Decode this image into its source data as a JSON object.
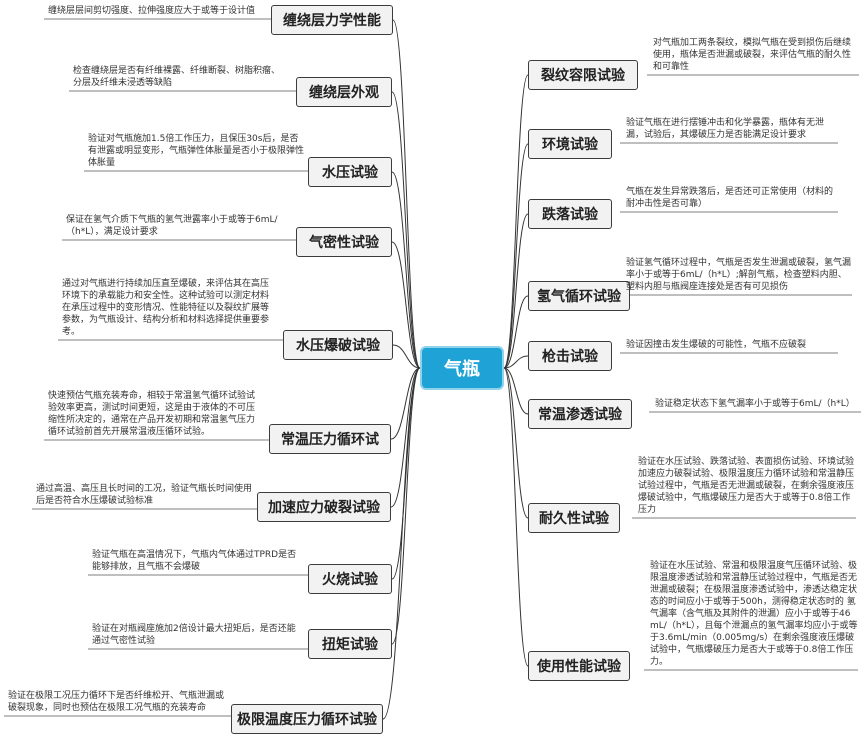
{
  "center": {
    "label": "气瓶"
  },
  "left": [
    {
      "label": "缠绕层力学性能",
      "note": "缠绕层层间剪切强度、拉伸强度应大于或等于设计值"
    },
    {
      "label": "缠绕层外观",
      "note": "检查缠绕层是否有纤维裸露、纤维断裂、树脂积瘤、分层及纤维未浸透等缺陷"
    },
    {
      "label": "水压试验",
      "note": "验证对气瓶施加1.5倍工作压力，且保压30s后，是否有泄露或明显变形，气瓶弹性体胀量是否小于极限弹性体胀量"
    },
    {
      "label": "气密性试验",
      "note": "保证在氢气介质下气瓶的氢气泄露率小于或等于6mL/（h*L），满足设计要求"
    },
    {
      "label": "水压爆破试验",
      "note": "通过对气瓶进行持续加压直至爆破，来评估其在高压环境下的承载能力和安全性。这种试验可以测定材料在承压过程中的变形情况、性能特征以及裂纹扩展等参数，为气瓶设计、结构分析和材料选择提供重要参考。"
    },
    {
      "label": "常温压力循环试",
      "note": "快速预估气瓶充装寿命，相较于常温氢气循环试验试验效率更高，测试时间更短，这是由于液体的不可压缩性所决定的，通常在产品开发初期和常温氢气压力循环试验前首先开展常温液压循环试验。"
    },
    {
      "label": "加速应力破裂试验",
      "note": "通过高温、高压且长时间的工况，验证气瓶长时间使用后是否符合水压爆破试验标准"
    },
    {
      "label": "火烧试验",
      "note": "验证气瓶在高温情况下，气瓶内气体通过TPRD是否能够排放，且气瓶不会爆破"
    },
    {
      "label": "扭矩试验",
      "note": "验证在对瓶阀座施加2倍设计最大扭矩后，是否还能通过气密性试验"
    },
    {
      "label": "极限温度压力循环试验",
      "note": "验证在极限工况压力循环下是否纤维松开、气瓶泄漏或破裂现象，同时也预估在极限工况气瓶的充装寿命"
    }
  ],
  "right": [
    {
      "label": "裂纹容限试验",
      "note": "对气瓶加工两条裂纹，模拟气瓶在受到损伤后继续使用，瓶体是否泄漏或破裂，来评估气瓶的耐久性和可靠性"
    },
    {
      "label": "环境试验",
      "note": "验证气瓶在进行摆锤冲击和化学暴露，瓶体有无泄漏，试验后，其爆破压力是否能满足设计要求"
    },
    {
      "label": "跌落试验",
      "note": "气瓶在发生异常跌落后，是否还可正常使用（材料的耐冲击性是否可靠）"
    },
    {
      "label": "氢气循环试验",
      "note": "验证氢气循环过程中，气瓶是否发生泄漏或破裂，氢气漏率小于或等于6mL/（h*L）;解剖气瓶，检查塑料内胆、塑料内胆与瓶阀座连接处是否有可见损伤"
    },
    {
      "label": "枪击试验",
      "note": "验证因撞击发生爆破的可能性，气瓶不应破裂"
    },
    {
      "label": "常温渗透试验",
      "note": "验证稳定状态下氢气漏率小于或等于6mL/（h*L）"
    },
    {
      "label": "耐久性试验",
      "note": "验证在水压试验、跌落试验、表面损伤试验、环境试验加速应力破裂试验、极限温度压力循环试验和常温静压试验过程中，气瓶是否无泄漏或破裂，在剩余强度液压爆破试验中，气瓶爆破压力是否大于或等于0.8倍工作压力"
    },
    {
      "label": "使用性能试验",
      "note": "验证在水压试验、常温和极限温度气压循环试验、极限温度渗透试验和常温静压试验过程中，气瓶是否无泄漏或破裂；在极限温度渗透试验中，渗透达稳定状态的时间应小于或等于500h，测得稳定状态时的 氢气漏率（含气瓶及其附件的泄漏）应小于或等于46mL/（h*L），且每个泄漏点的氢气漏率均应小于或等于3.6mL/min（0.005mg/s）在剩余强度液压爆破试验中，气瓶爆破压力是否大于或等于0.8倍工作压力。"
    }
  ]
}
